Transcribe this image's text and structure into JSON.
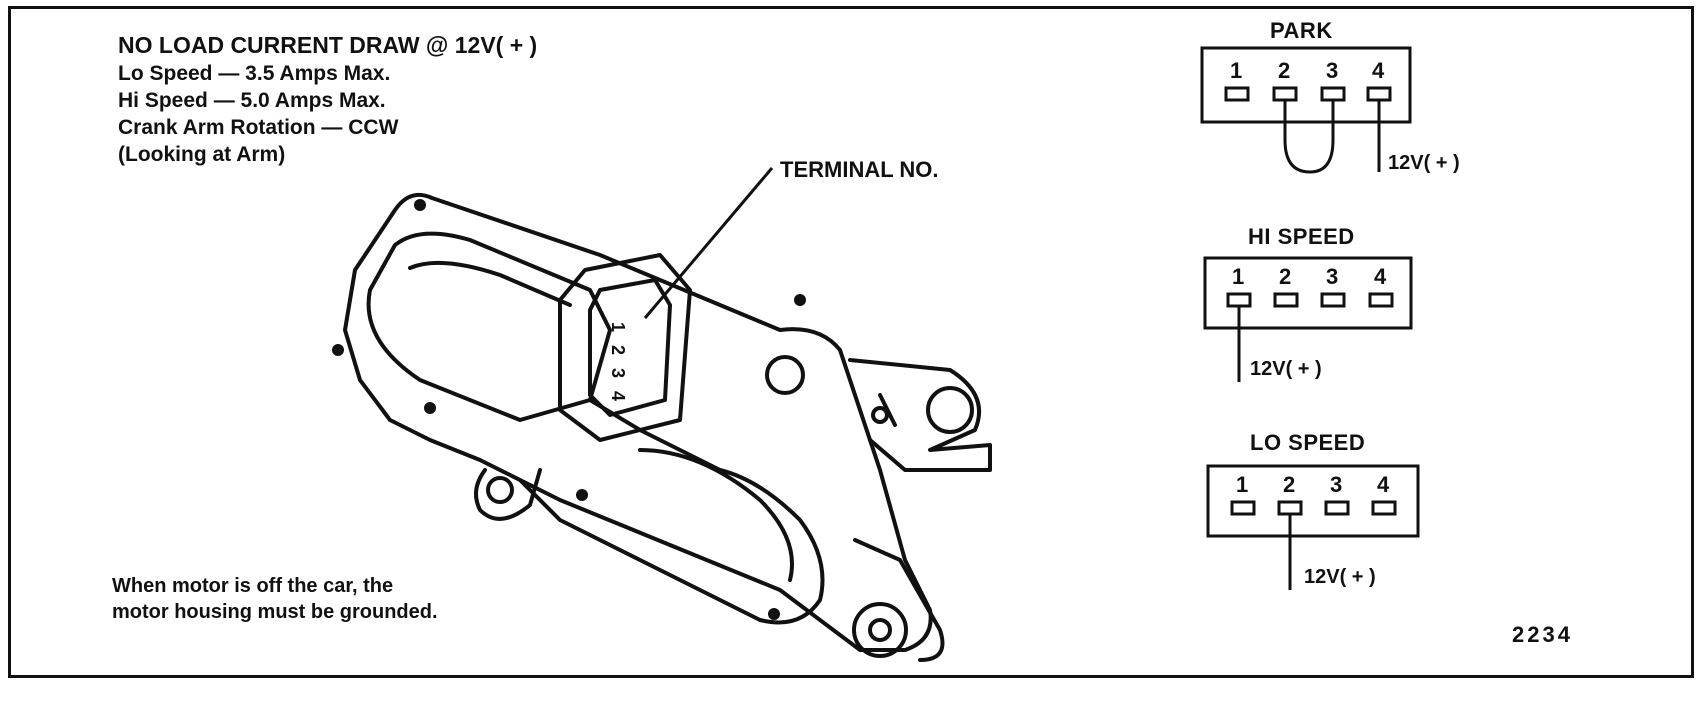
{
  "specs": {
    "title": "NO LOAD CURRENT DRAW @ 12V( + )",
    "lines": [
      "Lo Speed — 3.5 Amps Max.",
      "Hi Speed — 5.0 Amps Max.",
      "Crank Arm Rotation — CCW",
      "(Looking at Arm)"
    ]
  },
  "callout": {
    "label": "TERMINAL NO.",
    "terminals": [
      "1",
      "2",
      "3",
      "4"
    ]
  },
  "note": {
    "line1": "When motor is off the car, the",
    "line2": "motor housing must be grounded."
  },
  "figure_number": "2234",
  "connectors": [
    {
      "title": "PARK",
      "pins": [
        "1",
        "2",
        "3",
        "4"
      ],
      "voltage": "12V( + )"
    },
    {
      "title": "HI SPEED",
      "pins": [
        "1",
        "2",
        "3",
        "4"
      ],
      "voltage": "12V( + )"
    },
    {
      "title": "LO SPEED",
      "pins": [
        "1",
        "2",
        "3",
        "4"
      ],
      "voltage": "12V( + )"
    }
  ]
}
